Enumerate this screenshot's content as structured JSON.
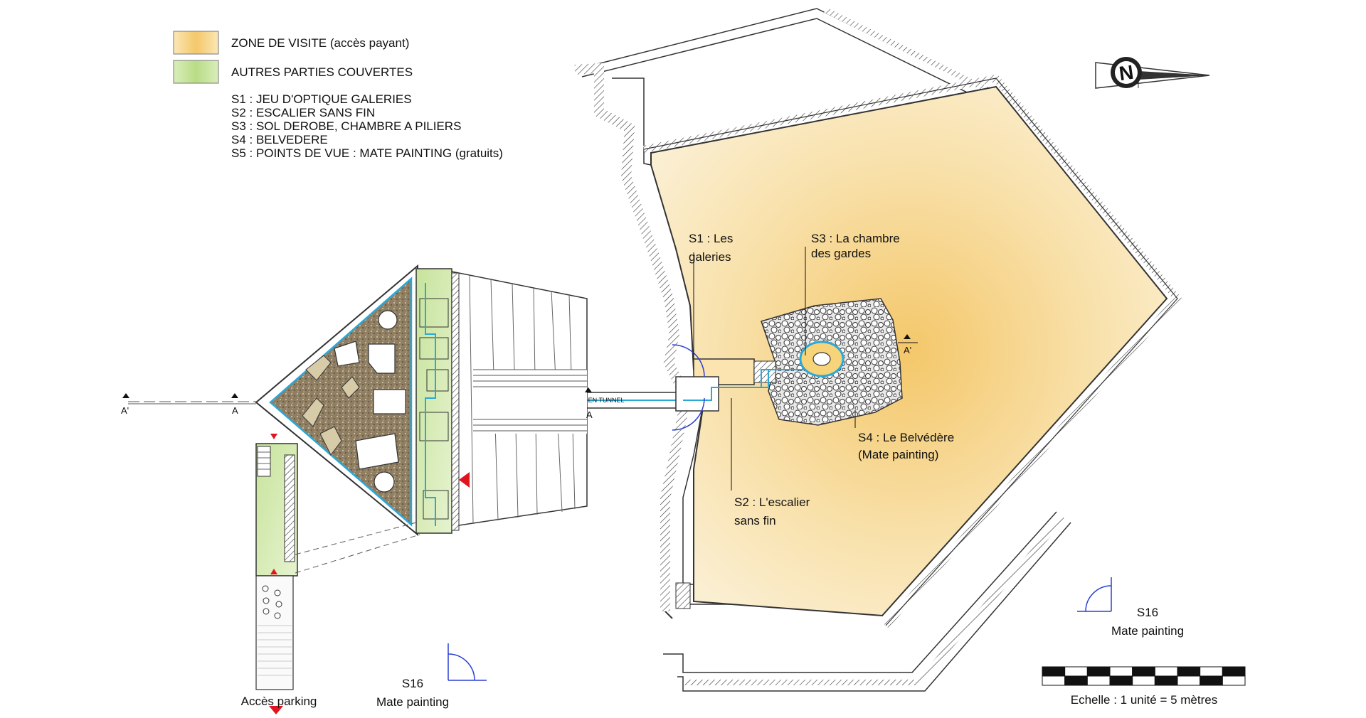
{
  "legend": {
    "visit_zone_label": "ZONE DE VISITE (accès payant)",
    "covered_label": "AUTRES PARTIES COUVERTES",
    "visit_zone_color": "#f7dc9a",
    "covered_color": "#cfe6a6",
    "items": [
      "S1 : JEU D'OPTIQUE GALERIES",
      "S2 : ESCALIER SANS FIN",
      "S3 : SOL DEROBE, CHAMBRE A PILIERS",
      "S4 : BELVEDERE",
      "S5 : POINTS DE VUE : MATE PAINTING (gratuits)"
    ]
  },
  "annotations": {
    "s1": [
      "S1 : Les",
      "galeries"
    ],
    "s3": [
      "S3 : La chambre",
      "des gardes"
    ],
    "s4": [
      "S4 : Le Belvédère",
      "(Mate painting)"
    ],
    "s2": [
      "S2 : L'escalier",
      "sans fin"
    ],
    "s16_right": [
      "S16",
      "Mate painting"
    ],
    "s16_left": [
      "S16",
      "Mate painting"
    ],
    "parking": "Accès parking",
    "tunnel": "PARTIE EN TUNNEL"
  },
  "section_marks": {
    "a_prime_left": "A'",
    "a_left": "A",
    "a_right": "A",
    "a_prime_right": "A'"
  },
  "north_label": "N",
  "scale": {
    "caption": "Echelle : 1 unité = 5 mètres",
    "units": 9
  },
  "colors": {
    "path": "#2aa8d8",
    "wall": "#555555",
    "marker_red": "#e0141e",
    "arc_blue": "#2b3fd6"
  }
}
